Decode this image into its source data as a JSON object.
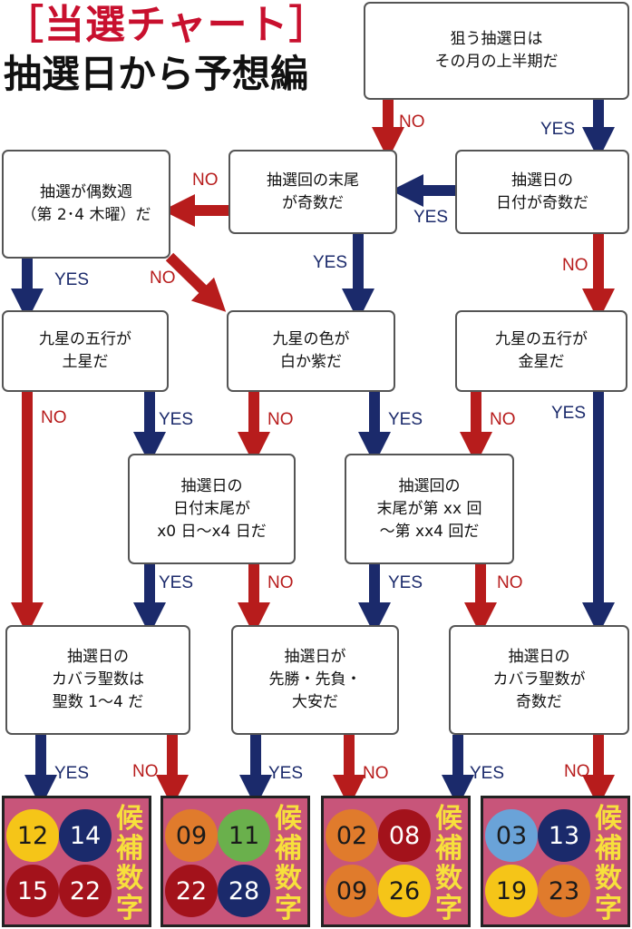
{
  "title": {
    "line1": "［当選チャート］",
    "line2": "抽選日から予想編"
  },
  "nodes": {
    "start": "狙う抽選日は\nその月の上半期だ",
    "date_odd": "抽選日の\n日付が奇数だ",
    "round_odd": "抽選回の末尾\nが奇数だ",
    "even_week": "抽選が偶数週\n（第 2･4 木曜）だ",
    "kyusei_earth": "九星の五行が\n土星だ",
    "kyusei_color": "九星の色が\n白か紫だ",
    "kyusei_metal": "九星の五行が\n金星だ",
    "date_tail": "抽選日の\n日付末尾が\nx0 日〜x4 日だ",
    "round_tail": "抽選回の\n末尾が第 xx 回\n〜第 xx4 回だ",
    "kabbalah_1_4": "抽選日の\nカバラ聖数は\n聖数 1〜4 だ",
    "rokuyo": "抽選日が\n先勝・先負・\n大安だ",
    "kabbalah_odd": "抽選日の\nカバラ聖数が\n奇数だ"
  },
  "labels": {
    "yes": "YES",
    "no": "NO"
  },
  "results": [
    {
      "label": "候補数字",
      "balls": [
        {
          "num": "12",
          "bg": "#f5c518",
          "fg": "#1a1a1a"
        },
        {
          "num": "14",
          "bg": "#1b2a6b",
          "fg": "#ffffff"
        },
        {
          "num": "15",
          "bg": "#a3121b",
          "fg": "#ffffff"
        },
        {
          "num": "22",
          "bg": "#a3121b",
          "fg": "#ffffff"
        }
      ]
    },
    {
      "label": "候補数字",
      "balls": [
        {
          "num": "09",
          "bg": "#e07b2c",
          "fg": "#1a1a1a"
        },
        {
          "num": "11",
          "bg": "#6ab04c",
          "fg": "#1a1a1a"
        },
        {
          "num": "22",
          "bg": "#a3121b",
          "fg": "#ffffff"
        },
        {
          "num": "28",
          "bg": "#1b2a6b",
          "fg": "#ffffff"
        }
      ]
    },
    {
      "label": "候補数字",
      "balls": [
        {
          "num": "02",
          "bg": "#e07b2c",
          "fg": "#1a1a1a"
        },
        {
          "num": "08",
          "bg": "#a3121b",
          "fg": "#ffffff"
        },
        {
          "num": "09",
          "bg": "#e07b2c",
          "fg": "#1a1a1a"
        },
        {
          "num": "26",
          "bg": "#f5c518",
          "fg": "#1a1a1a"
        }
      ]
    },
    {
      "label": "候補数字",
      "balls": [
        {
          "num": "03",
          "bg": "#6aa3d8",
          "fg": "#1a1a1a"
        },
        {
          "num": "13",
          "bg": "#1b2a6b",
          "fg": "#ffffff"
        },
        {
          "num": "19",
          "bg": "#f5c518",
          "fg": "#1a1a1a"
        },
        {
          "num": "23",
          "bg": "#e07b2c",
          "fg": "#1a1a1a"
        }
      ]
    }
  ],
  "colors": {
    "yes_arrow": "#1b2a6b",
    "no_arrow": "#b71c1c",
    "title_red": "#c8102e",
    "result_bg": "#c8557a",
    "candidate_text": "#f7e03c"
  }
}
